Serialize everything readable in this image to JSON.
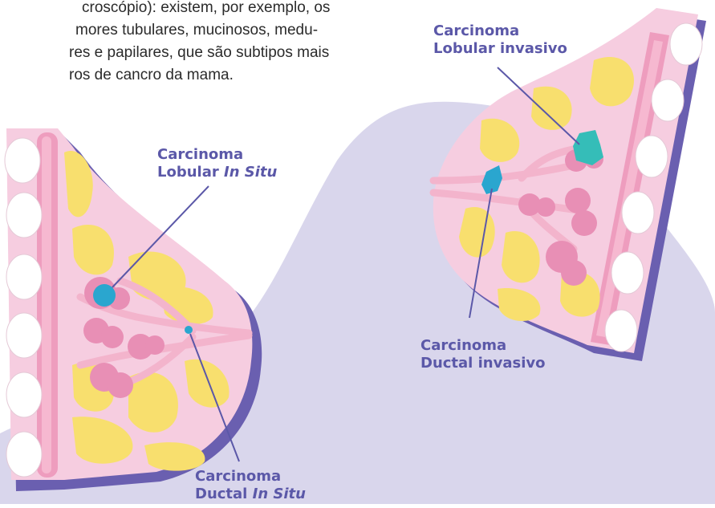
{
  "intro_text": {
    "line1": "croscópio): existem, por exemplo, os",
    "line2": "mores tubulares, mucinosos, medu-",
    "line3": "res e papilares, que são subtipos mais",
    "line4": "ros de cancro da mama."
  },
  "labels": {
    "lcis": {
      "line1": "Carcinoma",
      "line2_plain": "Lobular ",
      "line2_em": "In Situ"
    },
    "dcis": {
      "line1": "Carcinoma",
      "line2_plain": "Ductal ",
      "line2_em": "In Situ"
    },
    "ilc": {
      "line1": "Carcinoma",
      "line2": "Lobular invasivo"
    },
    "idc": {
      "line1": "Carcinoma",
      "line2": "Ductal invasivo"
    }
  },
  "colors": {
    "background_blob": "#d9d6ec",
    "outline": "#6a5fb0",
    "tissue_pink": "#f6cde0",
    "fat_yellow": "#f8df6e",
    "lobule_pink": "#e88fb5",
    "duct_pink": "#f3b4cc",
    "tumor_cyan": "#2aa6cf",
    "tumor_teal": "#35bdb8",
    "rib_white": "#ffffff",
    "label_text": "#5b58a8"
  }
}
